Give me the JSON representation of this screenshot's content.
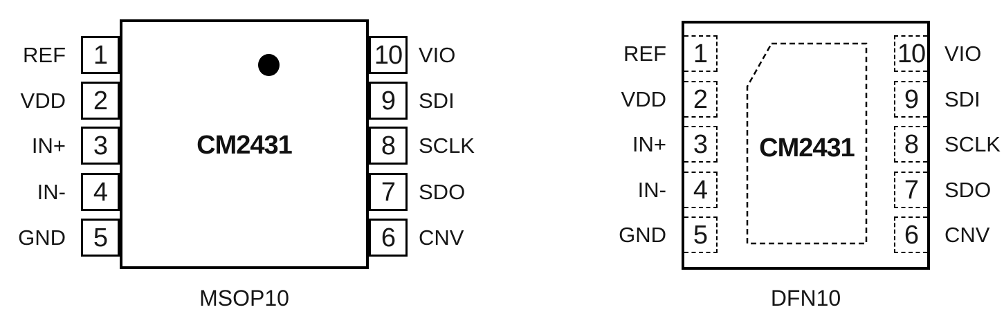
{
  "figure": {
    "chip_name": "CM2431",
    "description": "Pinout diagrams for CM2431 in two packages"
  },
  "colors": {
    "line": "#000000",
    "text": "#161616",
    "pin1_dot": "#000000",
    "background": "#ffffff"
  },
  "diagrams": [
    {
      "package_label": "MSOP10",
      "chip_name": "CM2431",
      "left_pins": [
        {
          "number": "1",
          "label": "REF"
        },
        {
          "number": "2",
          "label": "VDD"
        },
        {
          "number": "3",
          "label": "IN+"
        },
        {
          "number": "4",
          "label": "IN-"
        },
        {
          "number": "5",
          "label": "GND"
        }
      ],
      "right_pins": [
        {
          "number": "10",
          "label": "VIO"
        },
        {
          "number": "9",
          "label": "SDI"
        },
        {
          "number": "8",
          "label": "SCLK"
        },
        {
          "number": "7",
          "label": "SDO"
        },
        {
          "number": "6",
          "label": "CNV"
        }
      ]
    },
    {
      "package_label": "DFN10",
      "chip_name": "CM2431",
      "left_pins": [
        {
          "number": "1",
          "label": "REF"
        },
        {
          "number": "2",
          "label": "VDD"
        },
        {
          "number": "3",
          "label": "IN+"
        },
        {
          "number": "4",
          "label": "IN-"
        },
        {
          "number": "5",
          "label": "GND"
        }
      ],
      "right_pins": [
        {
          "number": "10",
          "label": "VIO"
        },
        {
          "number": "9",
          "label": "SDI"
        },
        {
          "number": "8",
          "label": "SCLK"
        },
        {
          "number": "7",
          "label": "SDO"
        },
        {
          "number": "6",
          "label": "CNV"
        }
      ]
    }
  ]
}
